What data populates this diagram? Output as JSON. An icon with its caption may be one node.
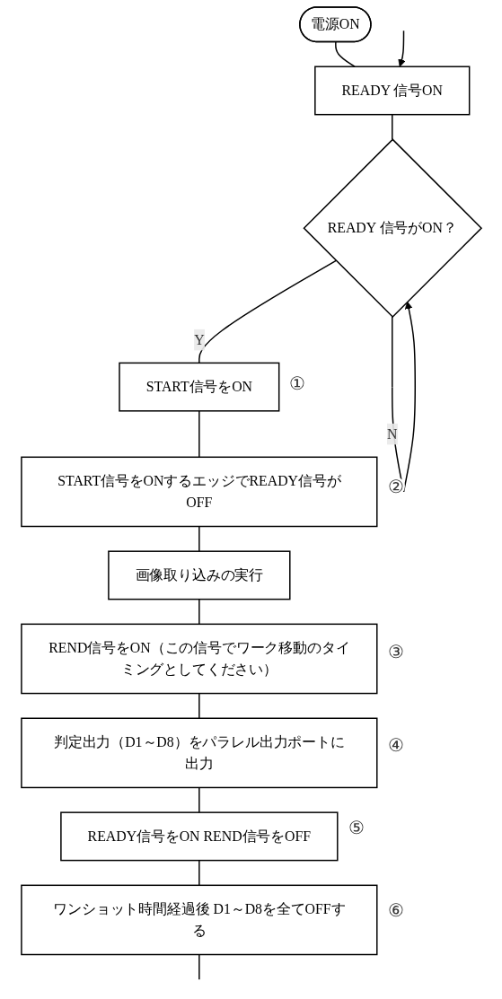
{
  "diagram": {
    "nodes": [
      {
        "text": [
          "電源ON"
        ]
      },
      {
        "text": [
          "READY 信号ON"
        ]
      },
      {
        "text": [
          "READY 信号がON？"
        ]
      },
      {
        "text": [
          "START信号をON"
        ],
        "beside": [
          "①"
        ]
      },
      {
        "text": [
          "START信号をONするエッジでREADY信号がOFF"
        ],
        "beside": [
          "②"
        ]
      },
      {
        "text": [
          "画像取り込みの実行"
        ]
      },
      {
        "text": [
          "REND信号をON（この信号でワーク移動のタイミングとしてください）"
        ],
        "beside": [
          "③"
        ]
      },
      {
        "text": [
          "判定出力（D1～D8）をパラレル出力ポートに出力"
        ],
        "beside": [
          "④"
        ]
      },
      {
        "text": [
          "READY信号をON REND信号をOFF"
        ],
        "beside": [
          "⑤"
        ]
      },
      {
        "text": [
          "ワンショット時間経過後 D1～D8を全てOFFする"
        ],
        "beside": [
          "⑥"
        ]
      }
    ],
    "edges": [
      {
        "from": 0,
        "to": 1,
        "arrow": "none"
      },
      {
        "from": null,
        "to": 1,
        "arrow": "to"
      },
      {
        "from": 1,
        "to": 2,
        "arrow": "none"
      },
      {
        "from": 2,
        "to": 2,
        "label": "N",
        "arrow": "to"
      },
      {
        "from": 2,
        "to": 3,
        "label": "Y",
        "arrow": "none"
      },
      {
        "from": 3,
        "to": 4,
        "arrow": "none"
      },
      {
        "from": 4,
        "to": 5,
        "arrow": "none"
      },
      {
        "from": 5,
        "to": 6,
        "arrow": "none"
      },
      {
        "from": 6,
        "to": 7,
        "arrow": "none"
      },
      {
        "from": 7,
        "to": 8,
        "arrow": "none"
      },
      {
        "from": 8,
        "to": 9,
        "arrow": "none"
      },
      {
        "from": 9,
        "to": null,
        "arrow": "none"
      }
    ]
  }
}
